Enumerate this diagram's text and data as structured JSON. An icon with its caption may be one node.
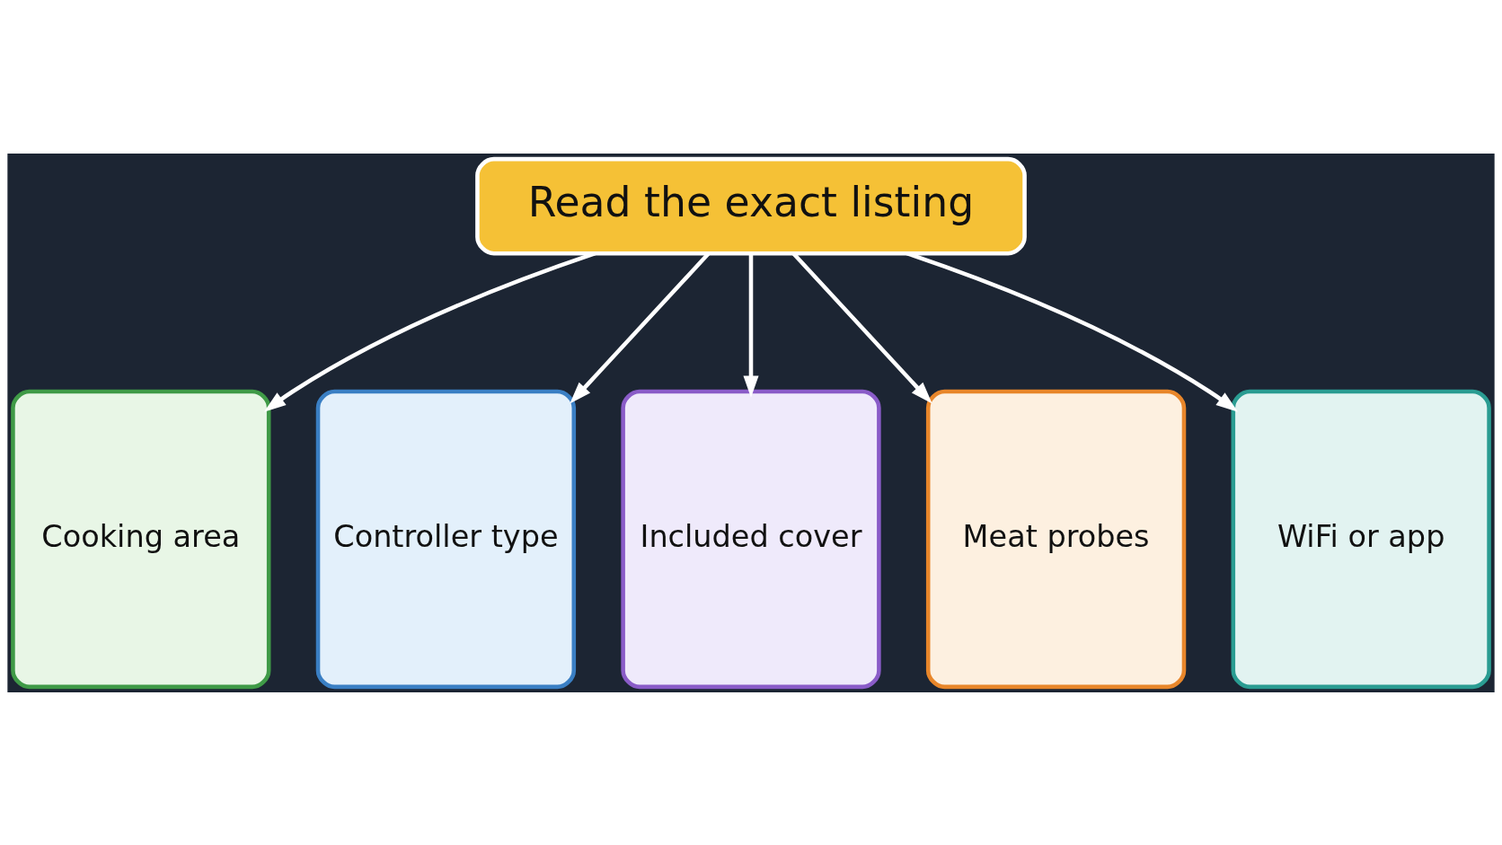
{
  "diagram": {
    "nodes": [
      {
        "text": [
          "Read the exact listing"
        ]
      },
      {
        "text": [
          "Cooking area"
        ]
      },
      {
        "text": [
          "Controller type"
        ]
      },
      {
        "text": [
          "Included cover"
        ]
      },
      {
        "text": [
          "Meat probes"
        ]
      },
      {
        "text": [
          "WiFi or app"
        ]
      }
    ],
    "edges": [
      {
        "from": 0,
        "to": 1,
        "arrow": "to"
      },
      {
        "from": 0,
        "to": 2,
        "arrow": "to"
      },
      {
        "from": 0,
        "to": 3,
        "arrow": "to"
      },
      {
        "from": 0,
        "to": 4,
        "arrow": "to"
      },
      {
        "from": 0,
        "to": 5,
        "arrow": "to"
      }
    ]
  }
}
